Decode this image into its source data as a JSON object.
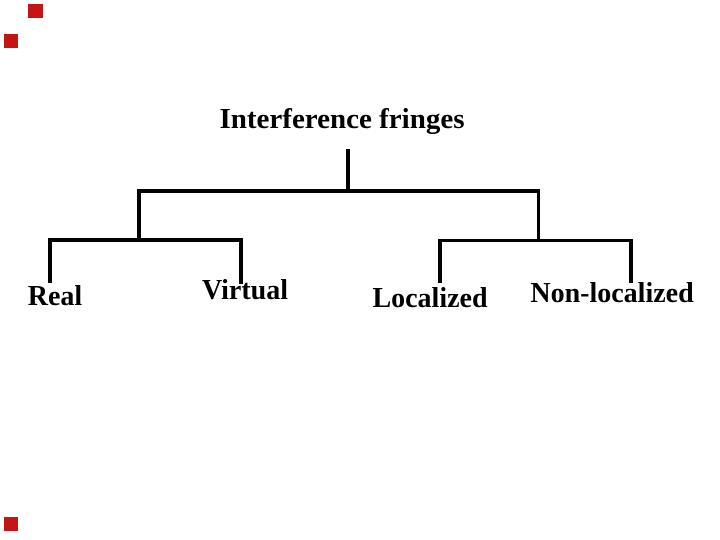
{
  "diagram": {
    "type": "tree",
    "root": "Interference fringes",
    "branches": [
      {
        "side": "left",
        "children": [
          "Real",
          "Virtual"
        ]
      },
      {
        "side": "right",
        "children": [
          "Localized",
          "Non-localized"
        ]
      }
    ]
  },
  "decorations": {
    "corner_squares": [
      "top-left-upper",
      "top-left-lower",
      "bottom-left"
    ],
    "color": "#c41414"
  },
  "theme": {
    "background": "#ffffff",
    "text_color": "#000000",
    "line_color": "#000000",
    "accent_red": "#c41414"
  }
}
